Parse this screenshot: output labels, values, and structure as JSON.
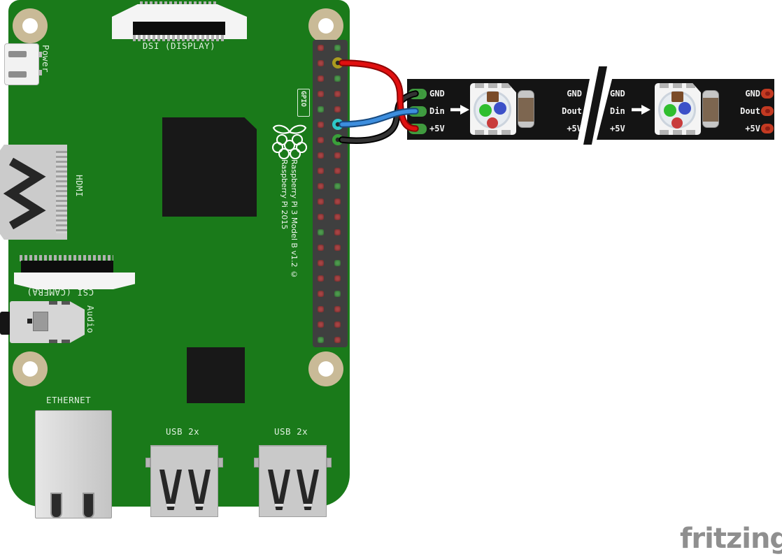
{
  "watermark": "fritzing",
  "pi": {
    "labels": {
      "power": "Power",
      "dsi": "DSI (DISPLAY)",
      "hdmi": "HDMI",
      "csi": "CSI (CAMERA)",
      "audio": "Audio",
      "ethernet": "ETHERNET",
      "usb_left": "USB 2x",
      "usb_right": "USB 2x",
      "gpio": "GPIO"
    },
    "silkscreen": {
      "line1": "Raspberry Pi 3 Model B v1.2",
      "line2": "© Raspberry Pi 2015"
    },
    "colors": {
      "pcb": "#1a7a1a",
      "silkscreen_text": "#dff0df",
      "header_body": "#3f3f3f",
      "pin_red": "#a84444",
      "pin_green": "#4e9b4e",
      "hole_ring": "#c9ba97"
    },
    "gpio_pins": {
      "rows": 20,
      "left_green_rows": [
        5,
        13,
        20
      ],
      "right_green_rows": [
        1,
        3,
        10,
        15,
        17
      ]
    }
  },
  "wires": [
    {
      "name": "ground",
      "pi_pin_row": 7,
      "strip_pad": "GND",
      "color": "#333333",
      "outline": "#000000",
      "ring": "#3aa03a"
    },
    {
      "name": "power",
      "pi_pin_row": 2,
      "strip_pad": "+5V",
      "color": "#e01010",
      "outline": "#8c0404",
      "ring": "#ab9b20"
    },
    {
      "name": "data",
      "pi_pin_row": 6,
      "strip_pad": "Din",
      "color": "#3d8ede",
      "outline": "#17497e",
      "ring": "#2ec8c8"
    }
  ],
  "strips": [
    {
      "pads_left": [
        "GND",
        "Din",
        "+5V"
      ],
      "pads_right": [
        "GND",
        "Dout",
        "+5V"
      ],
      "pad_colors": {
        "gnd": "#26411f",
        "din": "#38cdd3",
        "v5": "#cf6a2a"
      }
    },
    {
      "pads_left": [
        "GND",
        "Din",
        "+5V"
      ],
      "pads_right": [
        "GND",
        "Dout",
        "+5V"
      ],
      "pad_color": "#c33a22"
    }
  ]
}
